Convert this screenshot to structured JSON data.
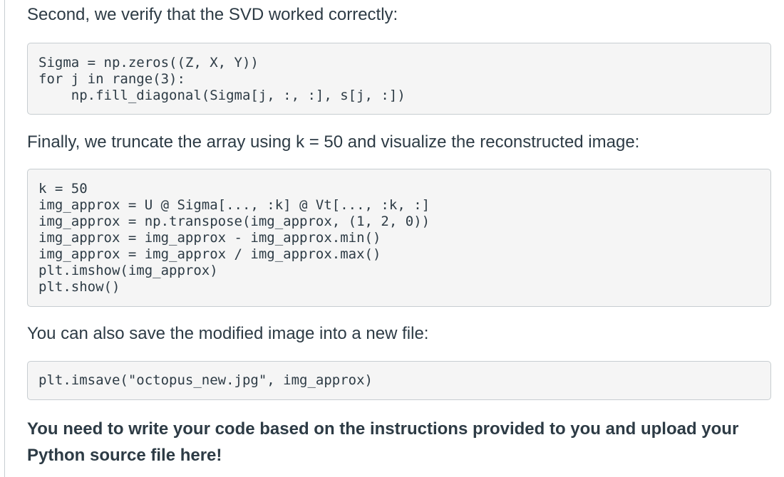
{
  "paragraphs": {
    "verify": "Second, we verify that the SVD worked correctly:",
    "truncate": "Finally, we truncate the array using k = 50 and visualize the reconstructed image:",
    "save": "You can also save the  modified image into a new file:",
    "instructions": "You need to write your code based on the instructions provided to you and upload your Python source file here!"
  },
  "code_blocks": [
    {
      "lines": [
        "Sigma = np.zeros((Z, X, Y))",
        "for j in range(3):",
        "    np.fill_diagonal(Sigma[j, :, :], s[j, :])"
      ]
    },
    {
      "lines": [
        "k = 50",
        "img_approx = U @ Sigma[..., :k] @ Vt[..., :k, :]",
        "img_approx = np.transpose(img_approx, (1, 2, 0))",
        "img_approx = img_approx - img_approx.min()",
        "img_approx = img_approx / img_approx.max()",
        "plt.imshow(img_approx)",
        "plt.show()"
      ]
    },
    {
      "lines": [
        "plt.imsave(\"octopus_new.jpg\", img_approx)"
      ]
    }
  ]
}
